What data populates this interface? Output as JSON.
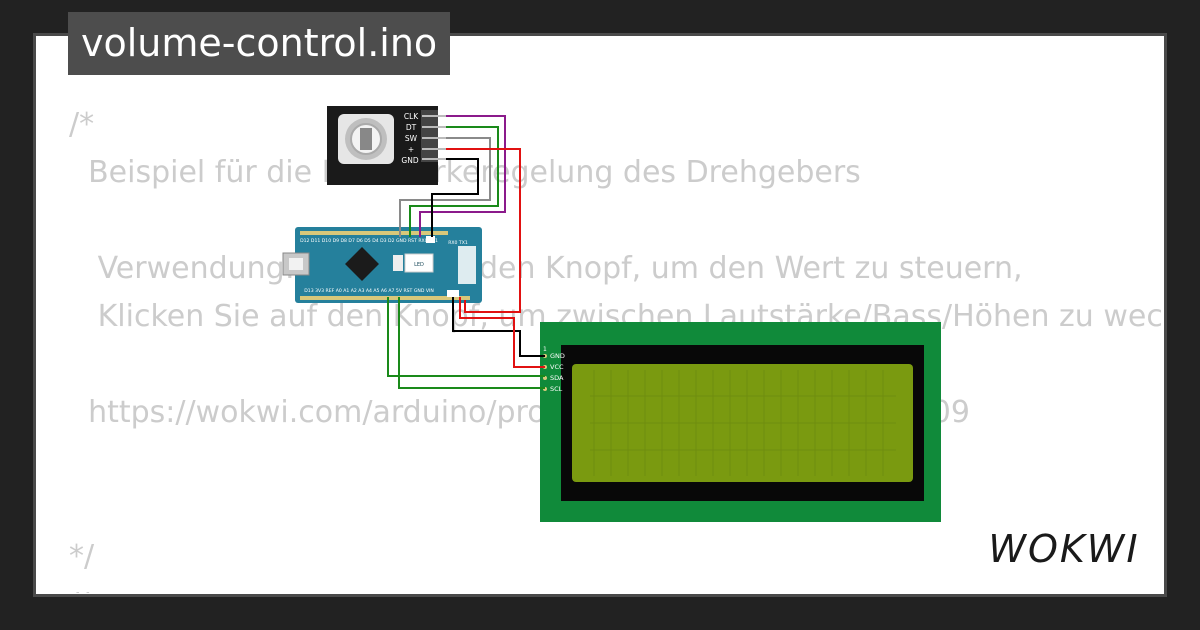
{
  "filename": "volume-control.ino",
  "code_lines": [
    "/*",
    "  Beispiel für die Lautstärkeregelung des Drehgebers",
    "",
    "   Verwendung: Drehen Sie den Knopf, um den Wert zu steuern,",
    "   Klicken Sie auf den Knopf, um zwischen Lautstärke/Bass/Höhen zu wechseln",
    "",
    "  https://wokwi.com/arduino/projects/304919215794553409",
    "",
    "",
    "*/",
    "//"
  ],
  "encoder": {
    "pins": [
      "CLK",
      "DT",
      "SW",
      "+",
      "GND"
    ]
  },
  "nano": {
    "top_pins": "D12 D11 D10 D9 D8 D7 D6 D5 D4 D3 D2 GND RST RX0 TX1",
    "bottom_pins": "D13 3V3 REF A0 A1 A2 A3 A4 A5 A6 A7 5V RST GND VIN",
    "chip_label": "LED",
    "top_right": "RX0 TX1"
  },
  "lcd": {
    "pins": [
      "GND",
      "VCC",
      "SDA",
      "SCL"
    ],
    "pin_marker": "1"
  },
  "brand": {
    "name": "WOKWI"
  },
  "colors": {
    "wire_black": "#000000",
    "wire_red": "#e11",
    "wire_green": "#1a8a1a",
    "wire_purple": "#8b1a8b",
    "wire_gray": "#8a8a8a",
    "nano_board": "#25809c",
    "lcd_board": "#108a3a",
    "lcd_screen": "#7a9a10"
  }
}
